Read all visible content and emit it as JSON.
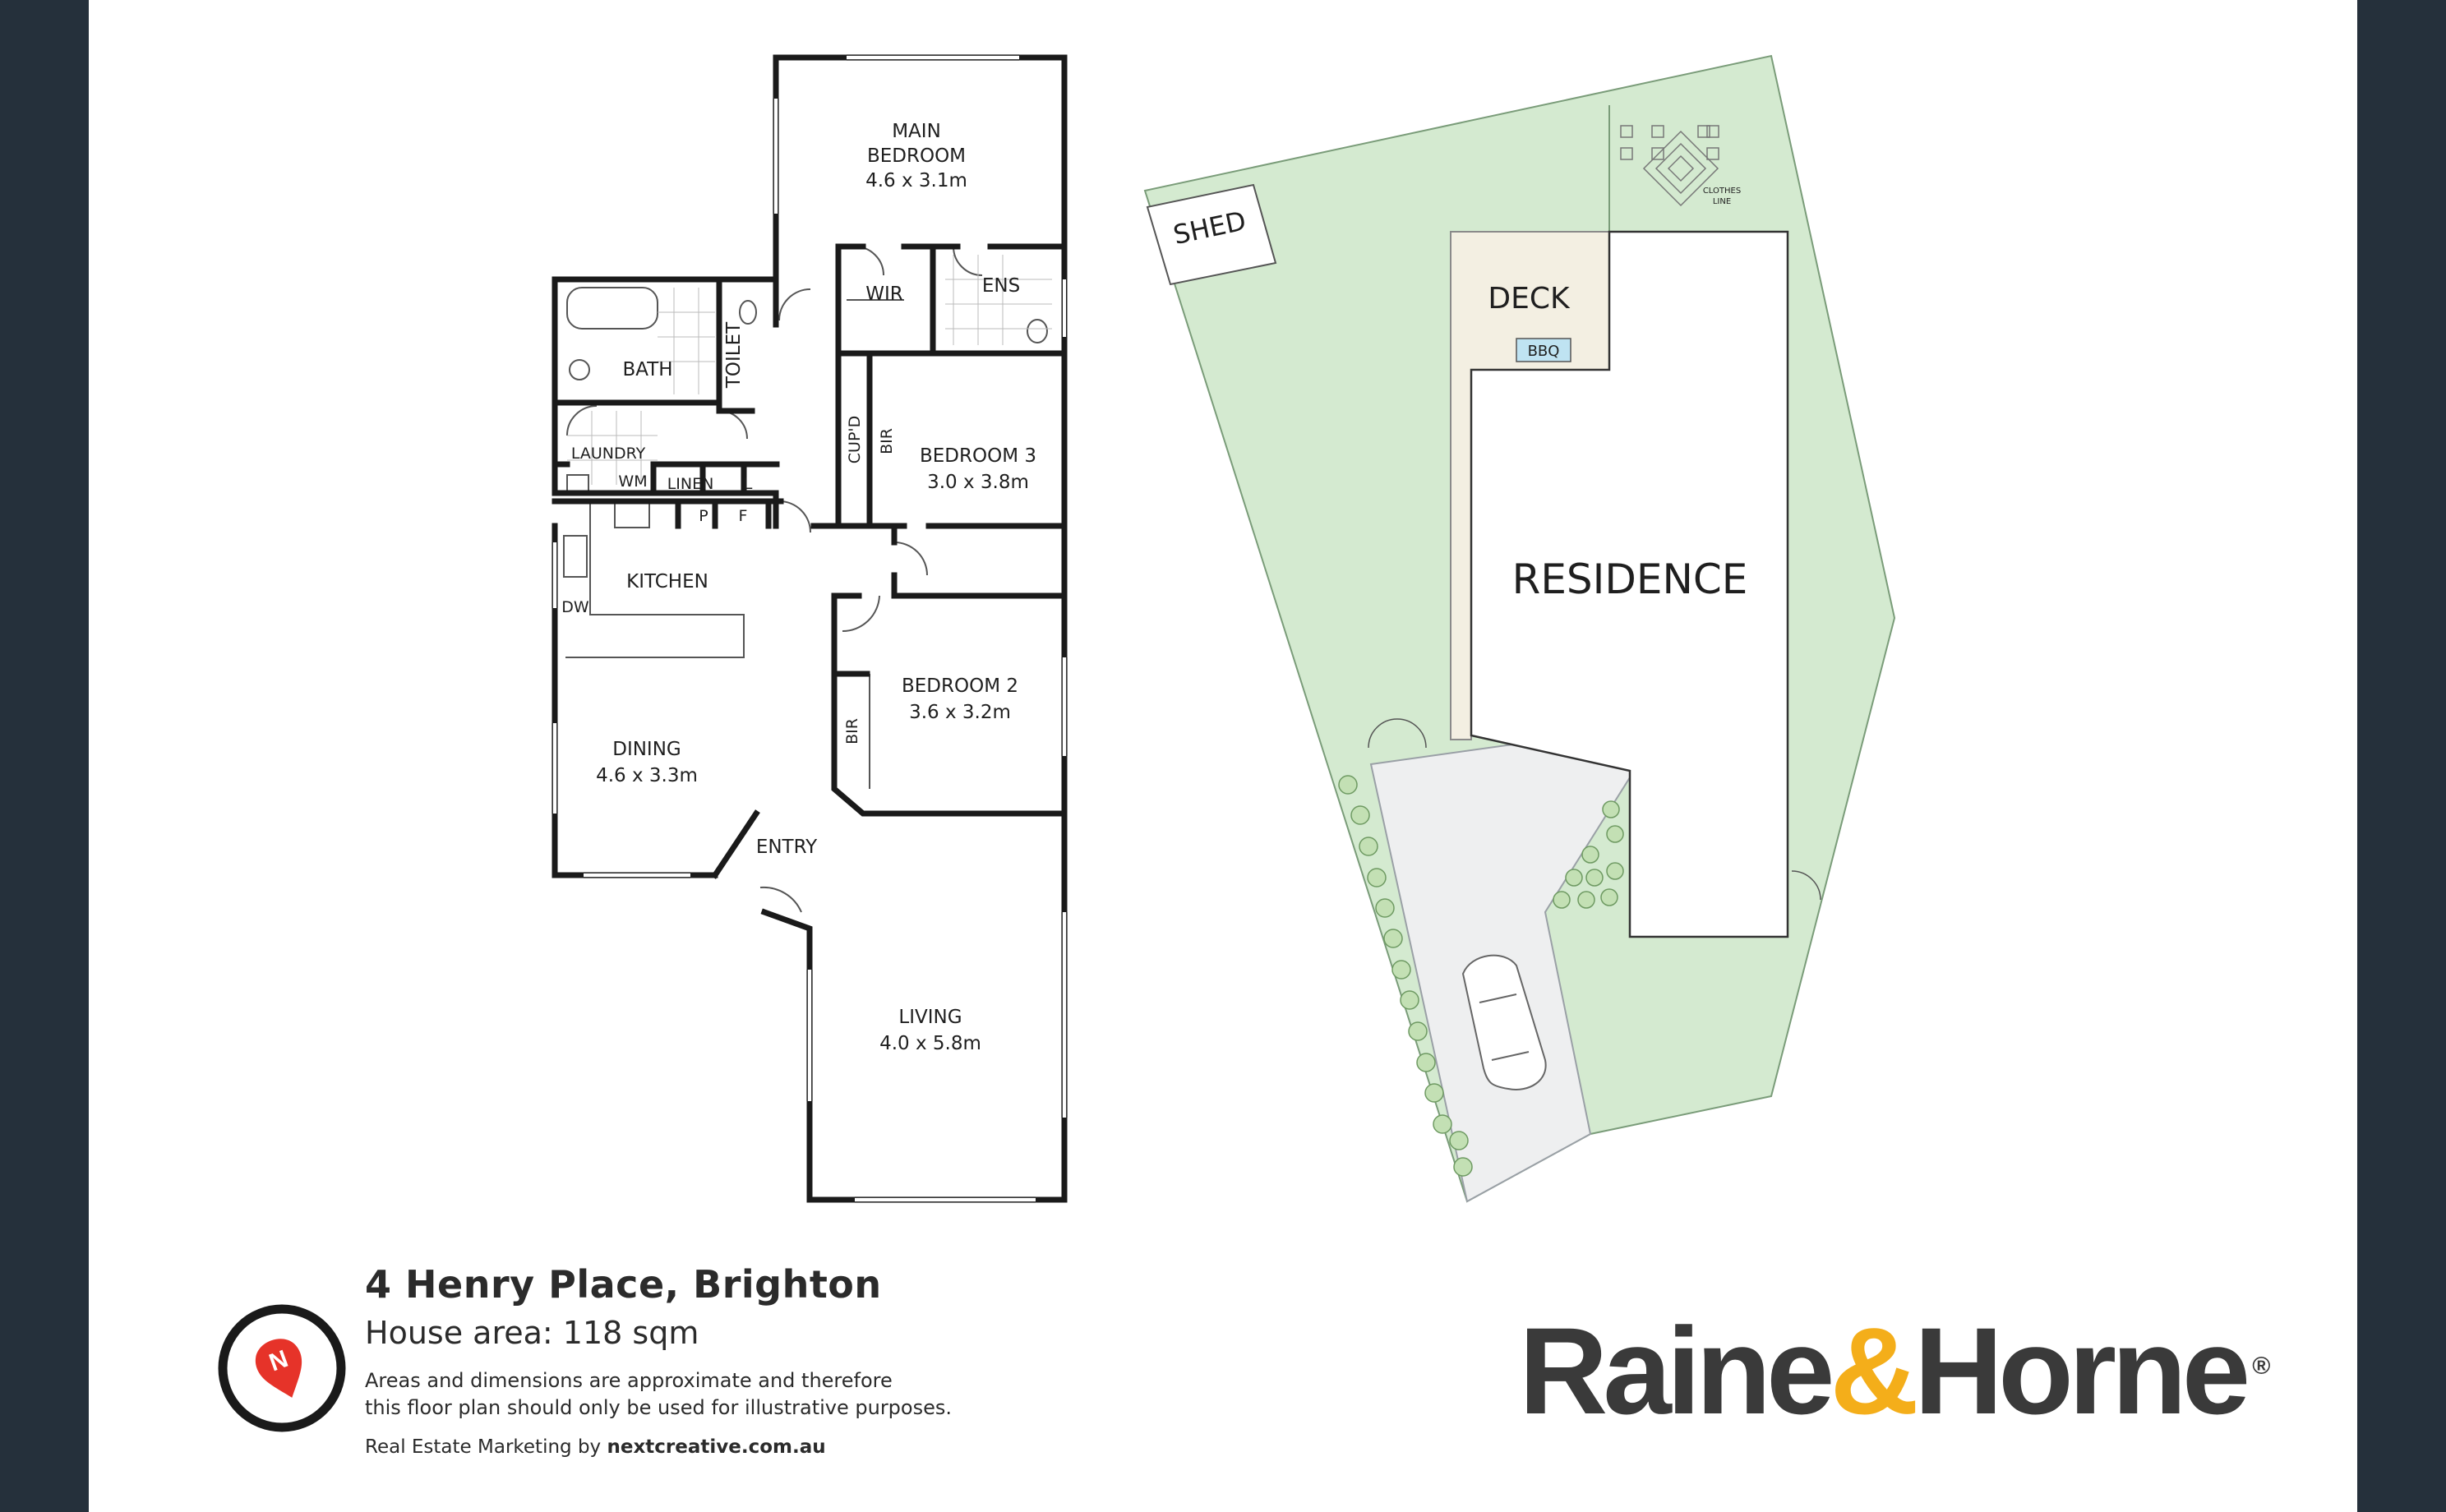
{
  "floor_plan": {
    "rooms": {
      "main_bedroom": {
        "line1": "MAIN",
        "line2": "BEDROOM",
        "dims": "4.6 x 3.1m"
      },
      "wir": "WIR",
      "ens": "ENS",
      "bath": "BATH",
      "toilet": "TOILET",
      "laundry": "LAUNDRY",
      "wm": "WM",
      "linen": "LINEN",
      "l": "L",
      "p": "P",
      "f": "F",
      "cupd": "CUP'D",
      "bir_bed3": "BIR",
      "bedroom3": {
        "name": "BEDROOM 3",
        "dims": "3.0 x 3.8m"
      },
      "kitchen": "KITCHEN",
      "dw": "DW",
      "bedroom2": {
        "name": "BEDROOM 2",
        "dims": "3.6 x 3.2m"
      },
      "bir_bed2": "BIR",
      "dining": {
        "name": "DINING",
        "dims": "4.6 x 3.3m"
      },
      "entry": "ENTRY",
      "living": {
        "name": "LIVING",
        "dims": "4.0 x 5.8m"
      }
    }
  },
  "site_plan": {
    "shed": "SHED",
    "deck": "DECK",
    "bbq": "BBQ",
    "residence": "RESIDENCE",
    "clothes_line_1": "CLOTHES",
    "clothes_line_2": "LINE"
  },
  "footer": {
    "address": "4 Henry Place, Brighton",
    "house_area": "House area: 118 sqm",
    "disclaimer_line1": "Areas and dimensions are approximate and therefore",
    "disclaimer_line2": "this floor plan should only be used for illustrative purposes.",
    "marketing_prefix": "Real Estate Marketing by ",
    "marketing_site": "nextcreative.com.au"
  },
  "brand": {
    "word1": "Raine",
    "amp": "&",
    "word2": "Horne",
    "reg": "®",
    "logo_letter": "N",
    "logo_icon": "map-pin-icon"
  },
  "colors": {
    "frame": "#25303b",
    "lawn": "#d4ead0",
    "driveway": "#eeeff0",
    "deck": "#f3efe2",
    "brand_grey": "#3a3a3a",
    "brand_gold": "#f4ae1a",
    "logo_red": "#e63329"
  }
}
